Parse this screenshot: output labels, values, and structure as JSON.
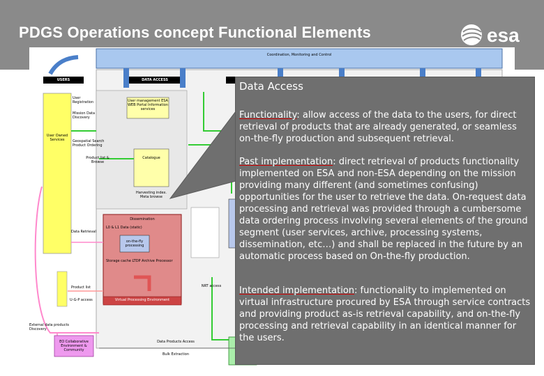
{
  "header": {
    "title": "PDGS Operations concept Functional Elements",
    "logo_text": "esa"
  },
  "diagram": {
    "top_label": "Coordination, Monitoring and Control",
    "labels": {
      "users": "USERS",
      "data_access": "DATA ACCESS",
      "user_registration": "User Registration",
      "mission_data_discovery": "Mission Data Discovery",
      "user_management": "User management ESA WEB Portal Information services",
      "geospatial_search": "Geospatial Search Product Ordering",
      "catalogue": "Catalogue",
      "user_owned_services": "User Owned Services",
      "product_list": "Product list & Browse",
      "harvesting": "Harvesting index. Meta browse",
      "dissemination": "Dissemination",
      "l0_data": "L0 & L1 Data (static)",
      "data_retrieval": "Data Retrieval",
      "processing": "on-the-fly processing",
      "product_list2": "Product list",
      "storage": "Storage cache LTDP Archive Processor",
      "virtual_environment": "Virtual Processing Environment",
      "ugp": "U-G-P access",
      "external_discovery": "External data products Discovery",
      "collaborative": "EO Collaborative Environment & Community",
      "data_products_access": "Data Products Access",
      "bulk_extraction": "Bulk Extraction",
      "nrt": "NRT access"
    }
  },
  "panel": {
    "title": "Data Access",
    "functionality": {
      "keyword": "Functionality",
      "text": ": allow access of the data to the users, for direct retrieval of products that are already generated, or seamless on-the-fly production and subsequent retrieval."
    },
    "past": {
      "keyword": "Past implementation",
      "text": ": direct retrieval of products functionality implemented on ESA and non-ESA depending on the mission providing many different (and sometimes confusing) opportunities for the user to retrieve the data. On-request data processing and retrieval was provided through a cumbersome data ordering process involving several elements of the ground segment (user services, archive, processing systems, dissemination, etc…) and shall be replaced in the future by an automatic process based on On-the-fly production."
    },
    "intended": {
      "keyword": "Intended implementation",
      "text": ": functionality to implemented on virtual infrastructure procured by ESA through service contracts and providing product as-is retrieval capability, and on-the-fly processing and retrieval capability in an identical manner for the users."
    }
  }
}
